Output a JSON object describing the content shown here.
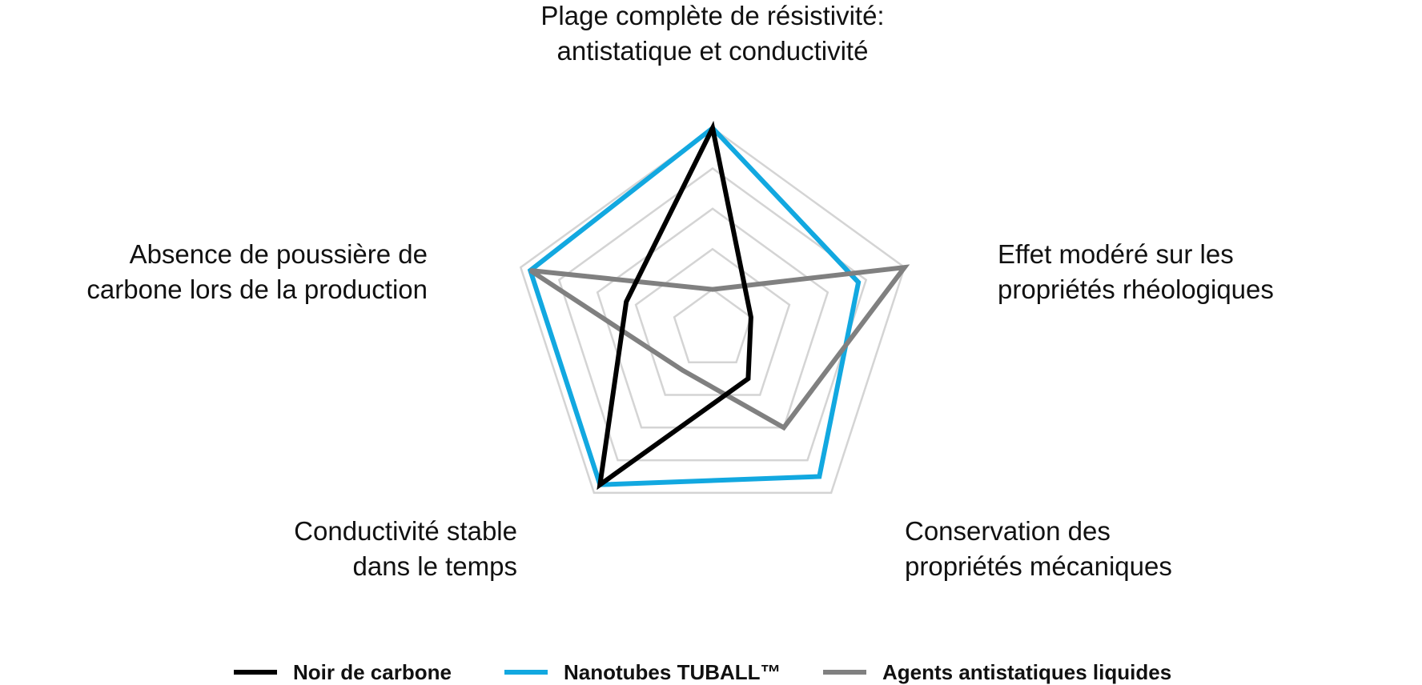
{
  "chart_data": {
    "type": "radar",
    "axes": [
      {
        "lines": [
          "Plage complète de résistivité:",
          "antistatique et conductivité"
        ]
      },
      {
        "lines": [
          "Effet modéré sur les",
          "propriétés rhéologiques"
        ]
      },
      {
        "lines": [
          "Conservation des",
          "propriétés mécaniques"
        ]
      },
      {
        "lines": [
          "Conductivité stable",
          "dans le temps"
        ]
      },
      {
        "lines": [
          "Absence de poussière de",
          "carbone lors de la production"
        ]
      }
    ],
    "scale": {
      "min": 0,
      "max": 5,
      "gridlines": [
        1,
        2,
        3,
        4,
        5
      ]
    },
    "series": [
      {
        "name": "Nanotubes TUBALL™",
        "color": "#12a8e0",
        "values": [
          5,
          3.8,
          4.5,
          4.75,
          4.75
        ]
      },
      {
        "name": "Agents antistatiques liquides",
        "color": "#808080",
        "values": [
          1,
          5,
          3,
          1.25,
          4.75
        ]
      },
      {
        "name": "Noir de carbone",
        "color": "#000000",
        "values": [
          5,
          1,
          1.5,
          4.75,
          2.25
        ]
      }
    ],
    "legend": {
      "position": "bottom",
      "items": [
        {
          "label": "Noir de carbone",
          "color": "#000000"
        },
        {
          "label": "Nanotubes TUBALL™",
          "color": "#12a8e0"
        },
        {
          "label": "Agents antistatiques liquides",
          "color": "#808080"
        }
      ]
    },
    "grid": true,
    "grid_color": "#d4d4d4"
  }
}
